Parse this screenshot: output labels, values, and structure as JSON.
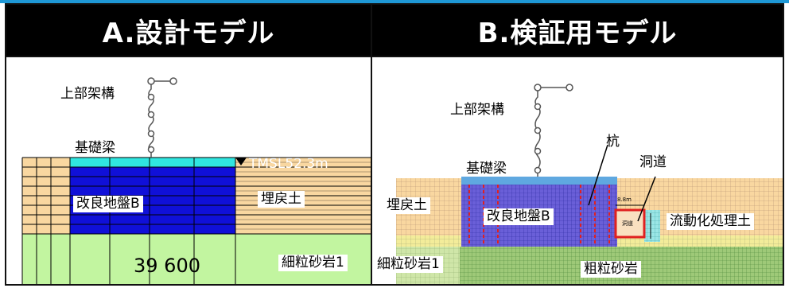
{
  "panel_a": {
    "title": "A.設計モデル",
    "labels": {
      "superstructure": "上部架構",
      "foundation_beam": "基礎梁",
      "improved_ground": "改良地盤B",
      "backfill": "埋戻土",
      "sandstone": "細粒砂岩1",
      "dimension": "39 600",
      "elevation": "TMSL52.3m"
    }
  },
  "panel_b": {
    "title": "B.検証用モデル",
    "labels": {
      "superstructure": "上部架構",
      "pile": "杭",
      "tunnel": "洞道",
      "foundation_beam": "基礎梁",
      "backfill": "埋戻土",
      "improved_ground": "改良地盤B",
      "fluidized_soil": "流動化処理土",
      "sandstone": "細粒砂岩1",
      "coarse_sandstone": "粗粒砂岩",
      "tunnel_width": "8.8m",
      "tunnel_box": "洞道"
    }
  },
  "colors": {
    "header_bg": "#000000",
    "accent_bar": "#1e98d6",
    "backfill": "#f9d7a0",
    "improved": "#1010d8",
    "foundation": "#30e6e0",
    "sandstone": "#c2f5a0",
    "coarse": "#9ec978",
    "grid_b": "#6b6bd8"
  }
}
